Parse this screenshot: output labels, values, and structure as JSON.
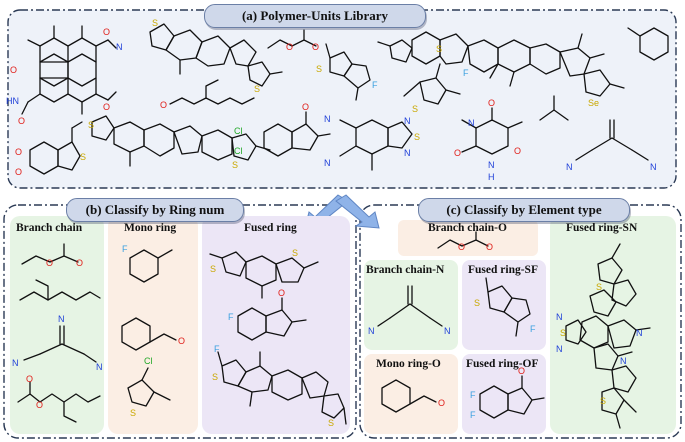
{
  "panels": {
    "a": {
      "title": "(a) Polymer-Units Library"
    },
    "b": {
      "title": "(b) Classify by Ring num",
      "groups": [
        "Branch chain",
        "Mono ring",
        "Fused ring"
      ]
    },
    "c": {
      "title": "(c) Classify by Element type",
      "groups": [
        "Branch chain-O",
        "Branch chain-N",
        "Fused ring-SF",
        "Fused ring-SN",
        "Mono ring-O",
        "Fused ring-OF"
      ]
    }
  },
  "atoms": {
    "O": "O",
    "N": "N",
    "S": "S",
    "F": "F",
    "Cl": "Cl",
    "Se": "Se",
    "HN": "HN",
    "H": "H"
  },
  "colors": {
    "panel_bg": "#eef2f9",
    "border": "#2b3a55",
    "pill_bg": "#cfd8ea",
    "green_bg": "#e6f4e4",
    "peach_bg": "#fbeee4",
    "lavender_bg": "#ece6f6",
    "oxygen": "#e0201b",
    "nitrogen": "#1e3fd8",
    "sulfur": "#c9a800",
    "fluorine": "#3aa0e0",
    "chlorine": "#22a828",
    "selenium": "#c9a800",
    "arrow": "#8fb3e8"
  },
  "icons": [
    "molecule-structure-icon",
    "arrow-down-icon"
  ]
}
